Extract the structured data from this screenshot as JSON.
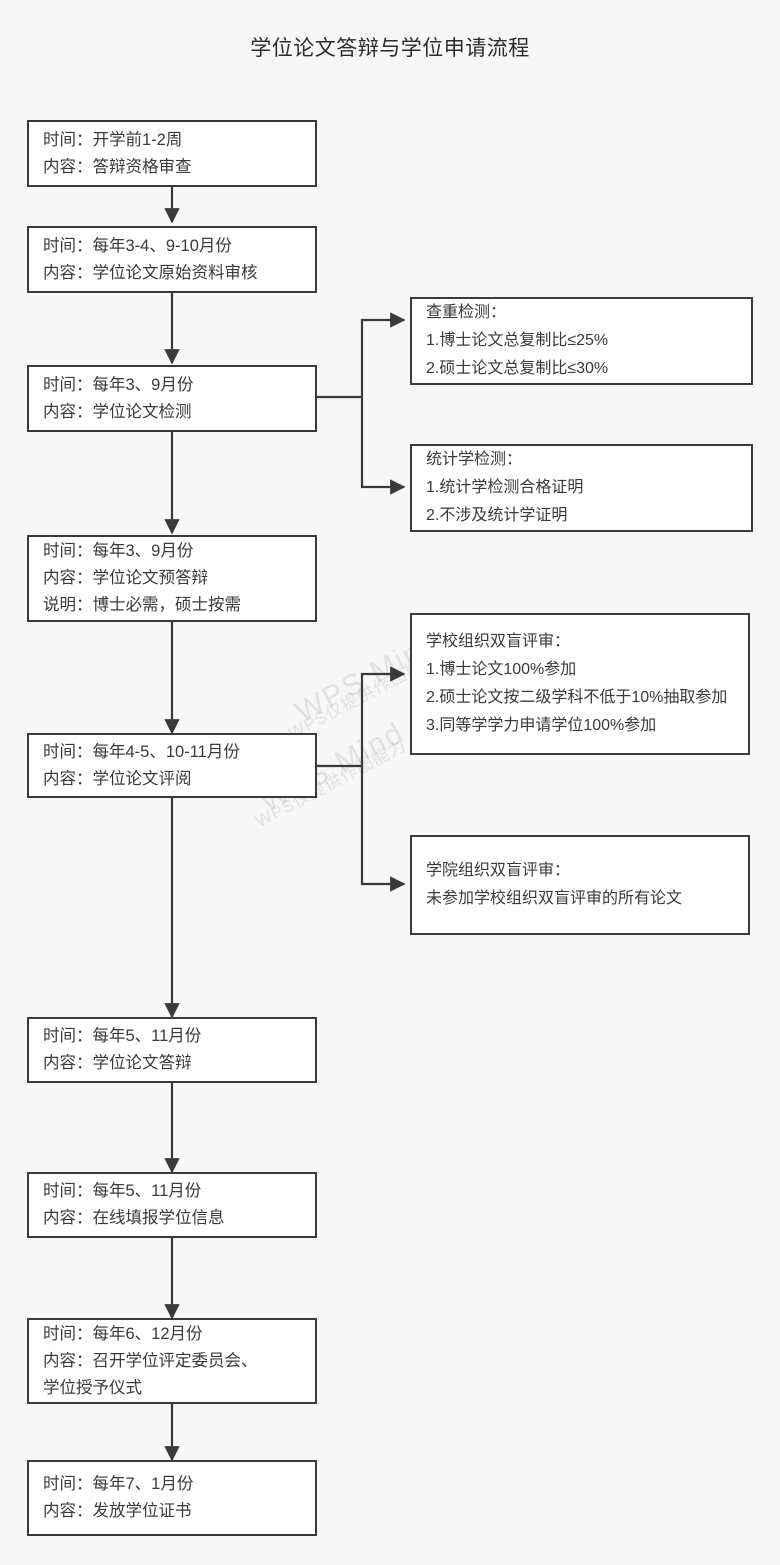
{
  "title": "学位论文答辩与学位申请流程",
  "watermark": {
    "primary": "WPS Mind",
    "secondary": "WPS仅提供作图能力"
  },
  "colors": {
    "page_background": "#f7f7f7",
    "node_background": "#ffffff",
    "node_border": "#3a3a3a",
    "text": "#3a3a3a",
    "connector": "#3a3a3a"
  },
  "main_nodes": [
    {
      "id": "node-1",
      "lines": [
        "时间：开学前1-2周",
        "内容：答辩资格审查"
      ]
    },
    {
      "id": "node-2",
      "lines": [
        "时间：每年3-4、9-10月份",
        "内容：学位论文原始资料审核"
      ]
    },
    {
      "id": "node-3",
      "lines": [
        "时间：每年3、9月份",
        "内容：学位论文检测"
      ]
    },
    {
      "id": "node-4",
      "lines": [
        "时间：每年3、9月份",
        "内容：学位论文预答辩",
        "说明：博士必需，硕士按需"
      ]
    },
    {
      "id": "node-5",
      "lines": [
        "时间：每年4-5、10-11月份",
        "内容：学位论文评阅"
      ]
    },
    {
      "id": "node-6",
      "lines": [
        "时间：每年5、11月份",
        "内容：学位论文答辩"
      ]
    },
    {
      "id": "node-7",
      "lines": [
        "时间：每年5、11月份",
        "内容：在线填报学位信息"
      ]
    },
    {
      "id": "node-8",
      "lines": [
        "时间：每年6、12月份",
        "内容：召开学位评定委员会、",
        "学位授予仪式"
      ]
    },
    {
      "id": "node-9",
      "lines": [
        "时间：每年7、1月份",
        "内容：发放学位证书"
      ]
    }
  ],
  "side_nodes": [
    {
      "id": "side-1",
      "source": "node-3",
      "lines": [
        "查重检测：",
        "1.博士论文总复制比≤25%",
        "2.硕士论文总复制比≤30%"
      ]
    },
    {
      "id": "side-2",
      "source": "node-3",
      "lines": [
        "统计学检测：",
        "1.统计学检测合格证明",
        "2.不涉及统计学证明"
      ]
    },
    {
      "id": "side-3",
      "source": "node-5",
      "lines": [
        "学校组织双盲评审：",
        "1.博士论文100%参加",
        "2.硕士论文按二级学科不低于10%抽取参加",
        "3.同等学学力申请学位100%参加"
      ]
    },
    {
      "id": "side-4",
      "source": "node-5",
      "lines": [
        "学院组织双盲评审：",
        "未参加学校组织双盲评审的所有论文"
      ]
    }
  ]
}
